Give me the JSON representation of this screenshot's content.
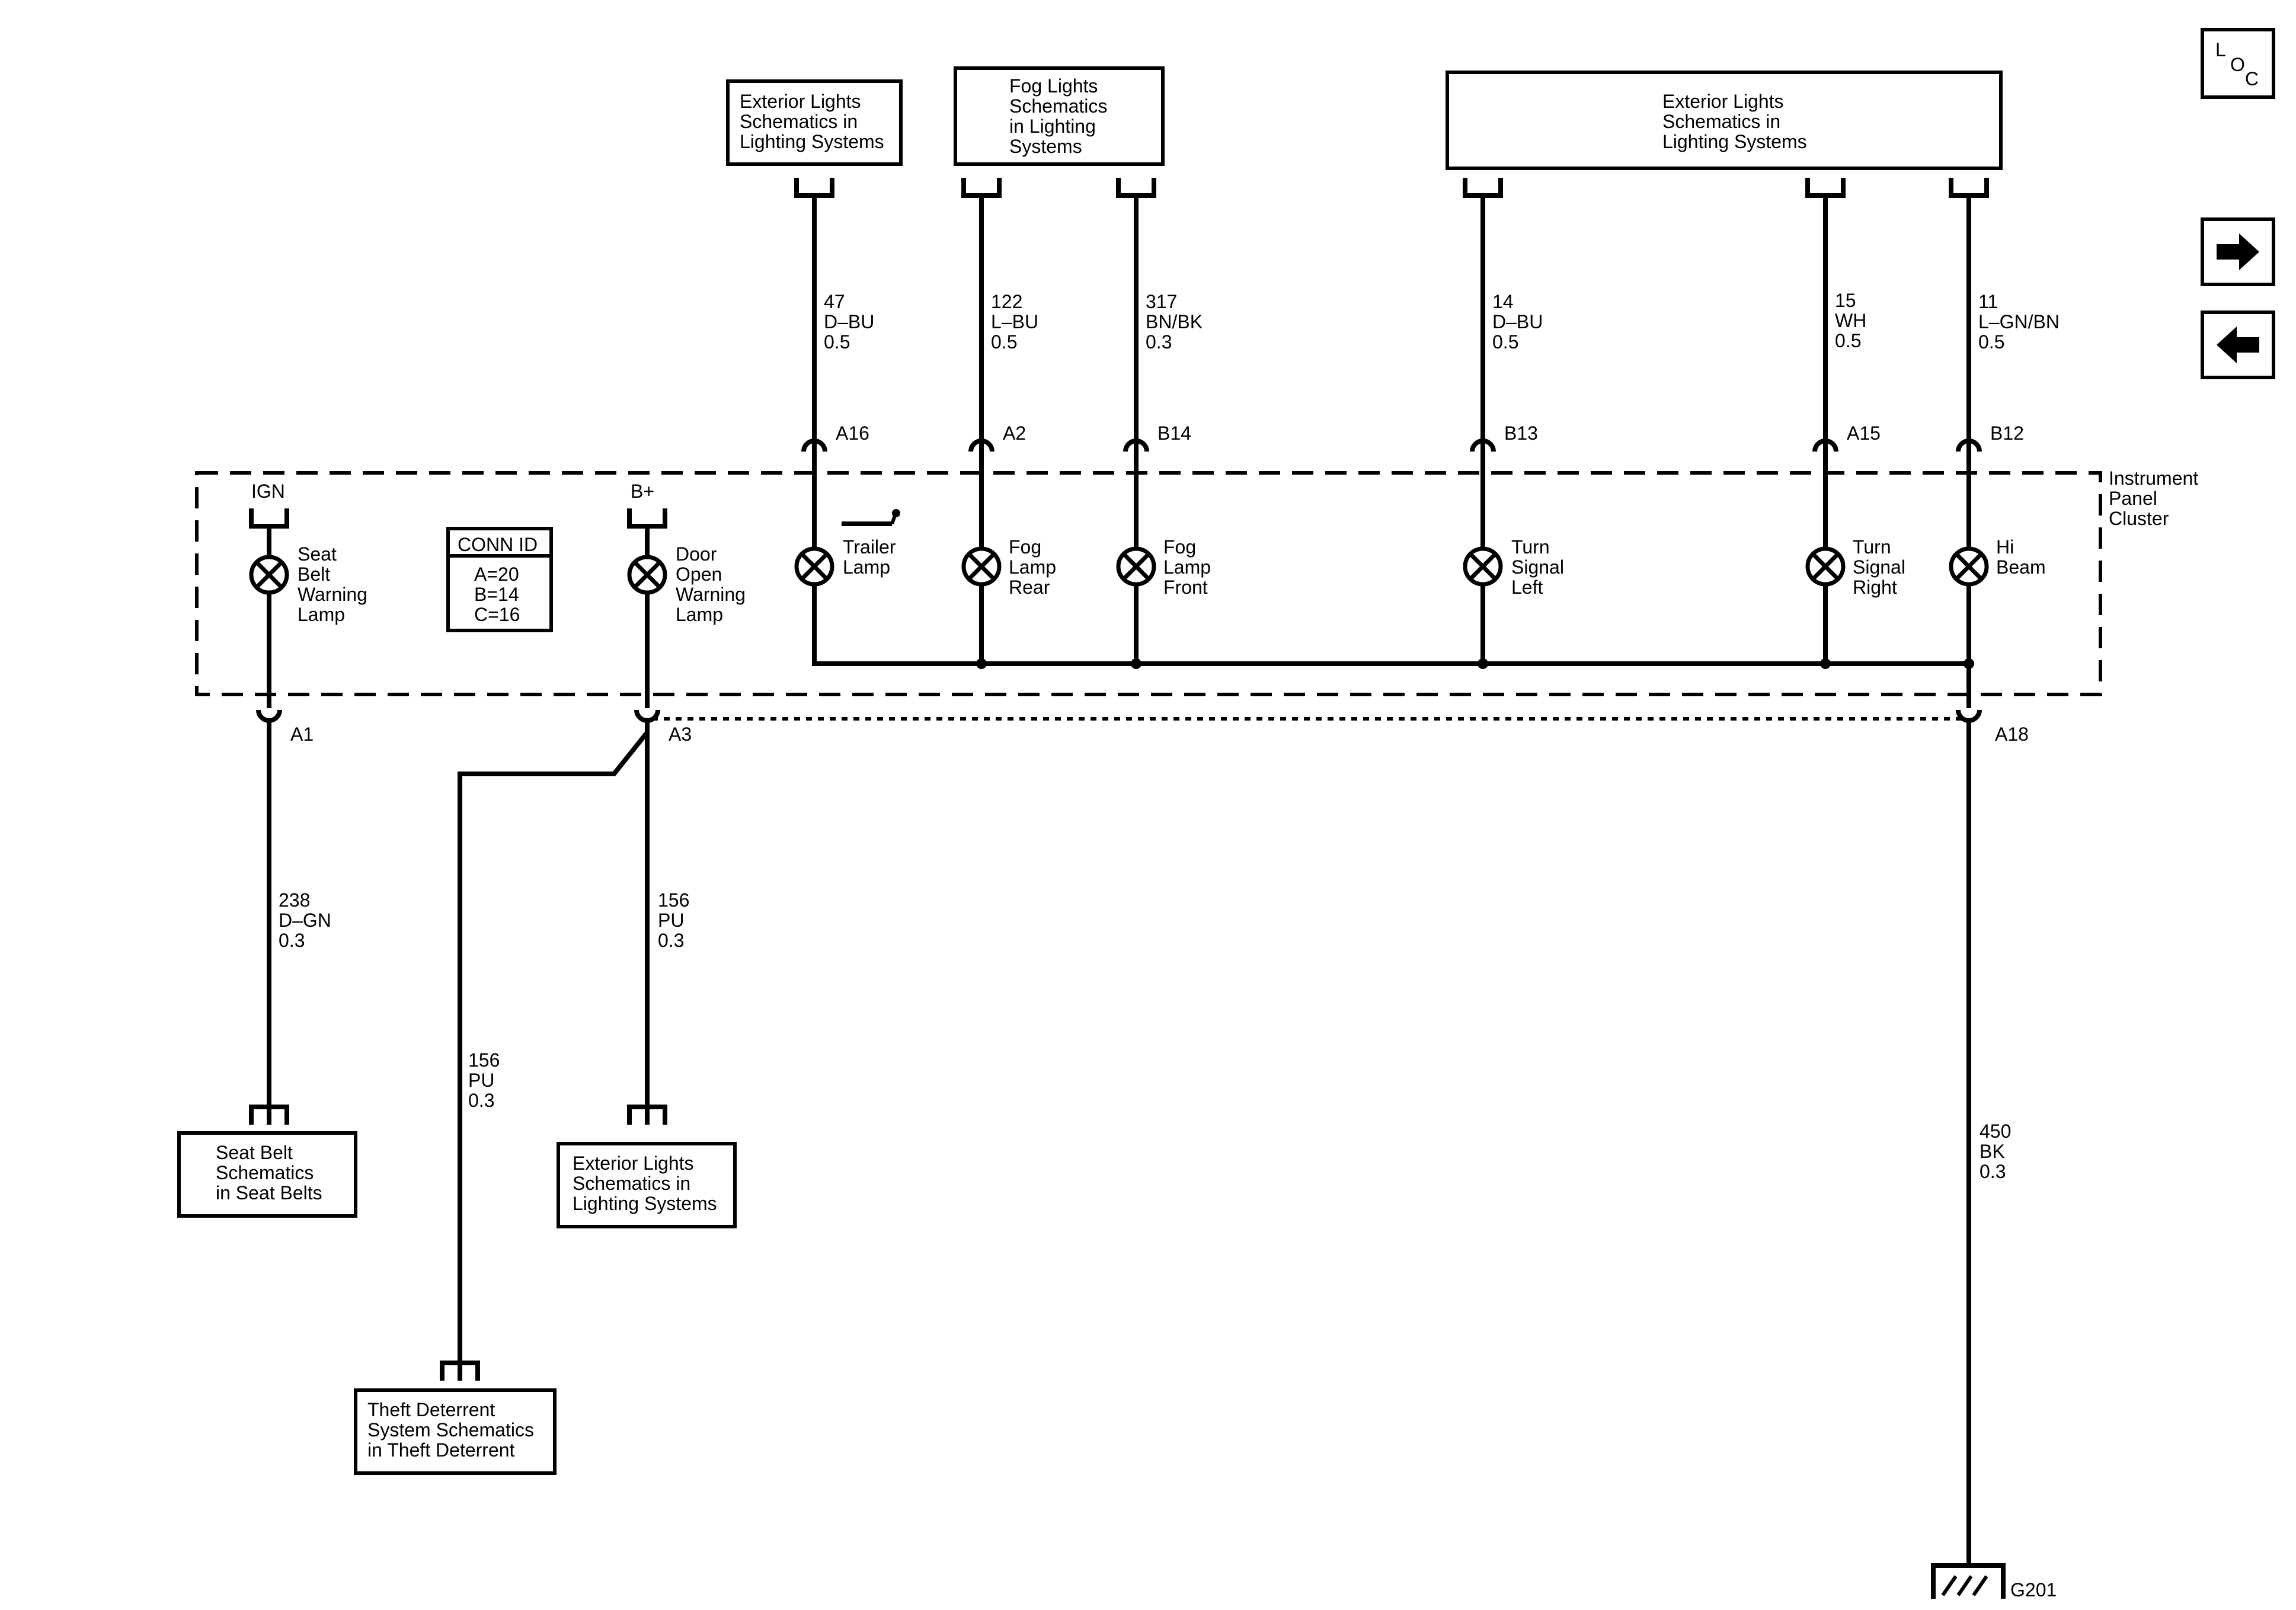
{
  "ref_boxes": {
    "ext_lights_1": [
      "Exterior Lights",
      "Schematics in",
      "Lighting Systems"
    ],
    "fog_lights": [
      "Fog Lights",
      "Schematics",
      "in Lighting",
      "Systems"
    ],
    "ext_lights_2": [
      "Exterior Lights",
      "Schematics in",
      "Lighting Systems"
    ],
    "seat_belt": [
      "Seat Belt",
      "Schematics",
      "in Seat Belts"
    ],
    "ext_lights_3": [
      "Exterior Lights",
      "Schematics in",
      "Lighting Systems"
    ],
    "theft": [
      "Theft Deterrent",
      "System Schematics",
      "in Theft Deterrent"
    ]
  },
  "nav": {
    "loc": [
      "L",
      "O",
      "C"
    ]
  },
  "module": {
    "name": [
      "Instrument",
      "Panel",
      "Cluster"
    ]
  },
  "power": {
    "ign": "IGN",
    "bplus": "B+"
  },
  "conn_id": {
    "title": "CONN ID",
    "lines": [
      "A=20",
      "B=14",
      "C=16"
    ]
  },
  "lamps": {
    "seat_belt": [
      "Seat",
      "Belt",
      "Warning",
      "Lamp"
    ],
    "door_open": [
      "Door",
      "Open",
      "Warning",
      "Lamp"
    ],
    "trailer": [
      "Trailer",
      "Lamp"
    ],
    "fog_rear": [
      "Fog",
      "Lamp",
      "Rear"
    ],
    "fog_front": [
      "Fog",
      "Lamp",
      "Front"
    ],
    "turn_left": [
      "Turn",
      "Signal",
      "Left"
    ],
    "turn_right": [
      "Turn",
      "Signal",
      "Right"
    ],
    "hi_beam": [
      "Hi",
      "Beam"
    ]
  },
  "pins": {
    "a16": "A16",
    "a2": "A2",
    "b14": "B14",
    "b13": "B13",
    "a15": "A15",
    "b12": "B12",
    "a1": "A1",
    "a3": "A3",
    "a18": "A18"
  },
  "wires": {
    "w47": [
      "47",
      "D–BU",
      "0.5"
    ],
    "w122": [
      "122",
      "L–BU",
      "0.5"
    ],
    "w317": [
      "317",
      "BN/BK",
      "0.3"
    ],
    "w14": [
      "14",
      "D–BU",
      "0.5"
    ],
    "w15": [
      "15",
      "WH",
      "0.5"
    ],
    "w11": [
      "11",
      "L–GN/BN",
      "0.5"
    ],
    "w238": [
      "238",
      "D–GN",
      "0.3"
    ],
    "w156a": [
      "156",
      "PU",
      "0.3"
    ],
    "w156b": [
      "156",
      "PU",
      "0.3"
    ],
    "w450": [
      "450",
      "BK",
      "0.3"
    ]
  },
  "ground": {
    "label": "G201"
  }
}
